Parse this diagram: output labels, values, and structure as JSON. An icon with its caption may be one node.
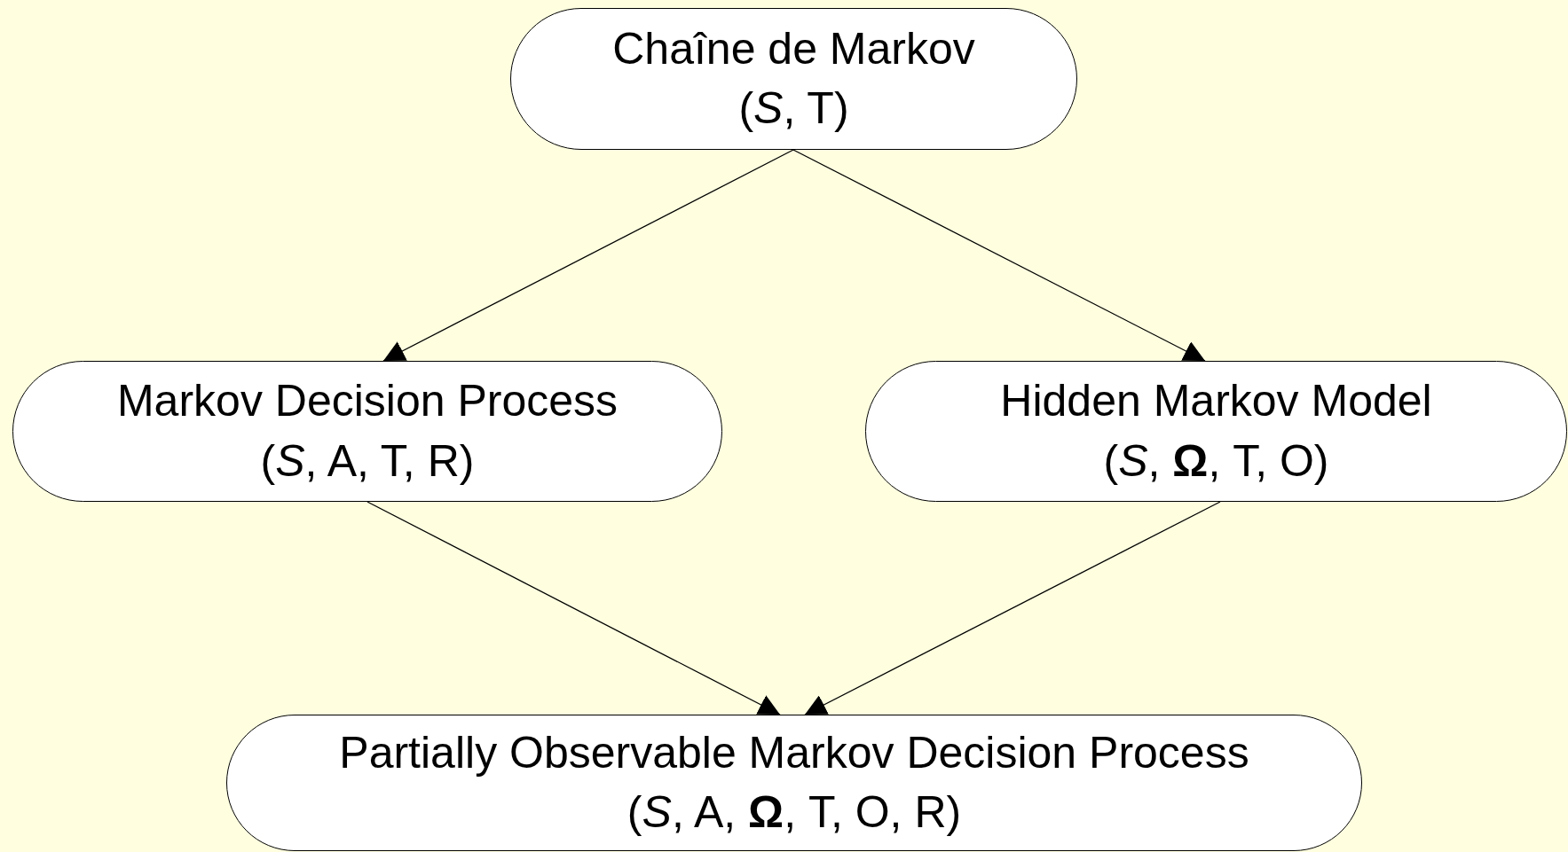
{
  "diagram": {
    "nodes": [
      {
        "text": [
          "Chaîne de Markov",
          "(*S*, T)"
        ]
      },
      {
        "text": [
          "Markov Decision Process",
          "(*S*, A, T, R)"
        ]
      },
      {
        "text": [
          "Hidden Markov Model",
          "(*S*, **Ω**, T, O)"
        ]
      },
      {
        "text": [
          "Partially Observable Markov Decision Process",
          "(*S*, A, **Ω**, T, O, R)"
        ]
      }
    ],
    "edges": [
      {
        "from": 0,
        "to": 1,
        "arrow": "to"
      },
      {
        "from": 0,
        "to": 2,
        "arrow": "to"
      },
      {
        "from": 1,
        "to": 3,
        "arrow": "to"
      },
      {
        "from": 2,
        "to": 3,
        "arrow": "to"
      }
    ]
  }
}
